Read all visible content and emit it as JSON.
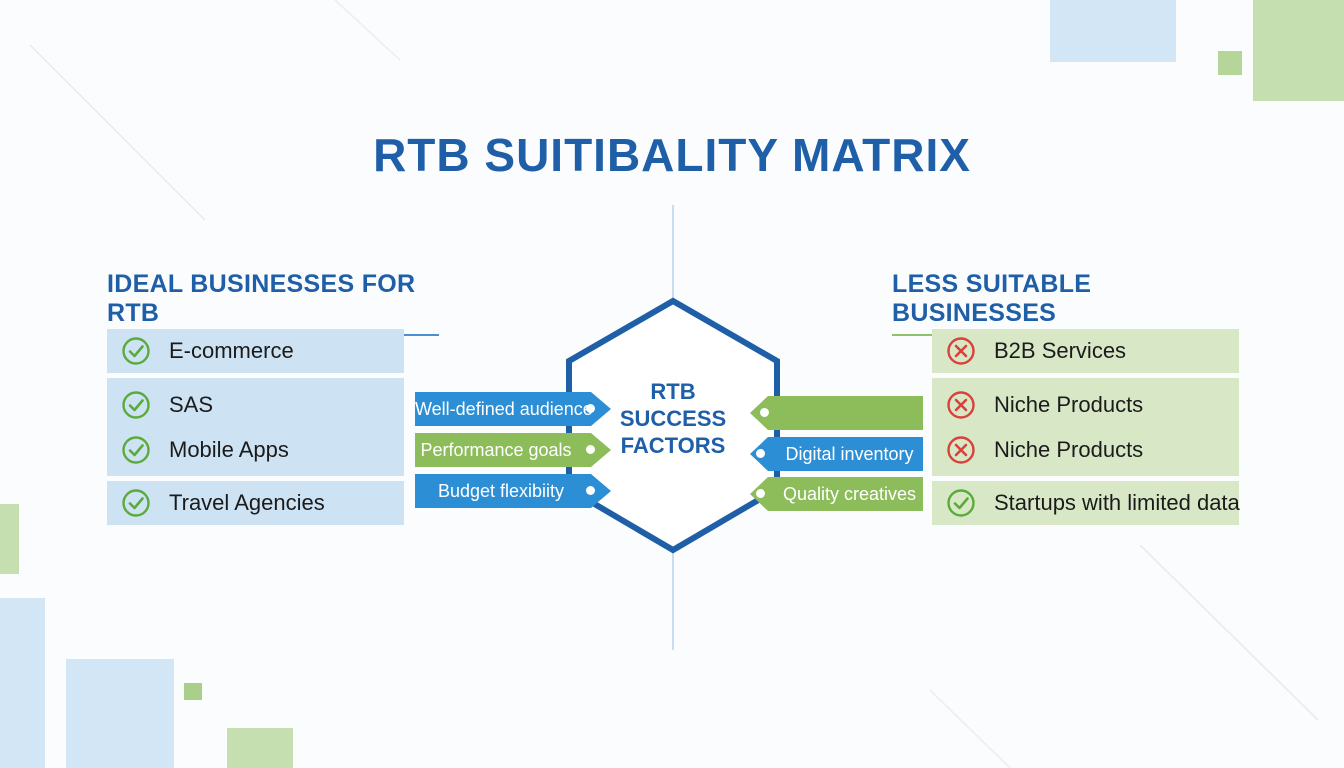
{
  "title": "RTB SUITIBALITY MATRIX",
  "colors": {
    "primary_blue": "#1f5fa8",
    "tag_blue": "#2c8fd6",
    "tag_green": "#8dbd5a",
    "check_green": "#5aab3c",
    "cross_red": "#d9413a",
    "panel_blue": "#cde3f3",
    "panel_green": "#d8e8c7"
  },
  "ideal": {
    "heading": "IDEAL BUSINESSES FOR RTB",
    "items": [
      {
        "label": "E-commerce",
        "icon": "check-circle-icon"
      },
      {
        "label": "SAS",
        "icon": "check-circle-icon"
      },
      {
        "label": "Mobile Apps",
        "icon": "check-circle-icon"
      },
      {
        "label": "Travel Agencies",
        "icon": "check-circle-icon"
      }
    ]
  },
  "less": {
    "heading": "LESS SUITABLE BUSINESSES",
    "items": [
      {
        "label": "B2B Services",
        "icon": "cross-circle-icon"
      },
      {
        "label": "Niche Products",
        "icon": "cross-circle-icon"
      },
      {
        "label": "Niche Products",
        "icon": "cross-circle-icon"
      },
      {
        "label": "Startups with limited data",
        "icon": "check-circle-icon"
      }
    ]
  },
  "hub": {
    "line1": "RTB",
    "line2": "SUCCESS",
    "line3": "FACTORS"
  },
  "factors_left": [
    {
      "label": "Well-defined audience",
      "color": "blue"
    },
    {
      "label": "Performance goals",
      "color": "green"
    },
    {
      "label": "Budget flexibiity",
      "color": "blue"
    }
  ],
  "factors_right": [
    {
      "label": "",
      "color": "green"
    },
    {
      "label": "Digital inventory",
      "color": "blue"
    },
    {
      "label": "Quality creatives",
      "color": "green"
    }
  ]
}
